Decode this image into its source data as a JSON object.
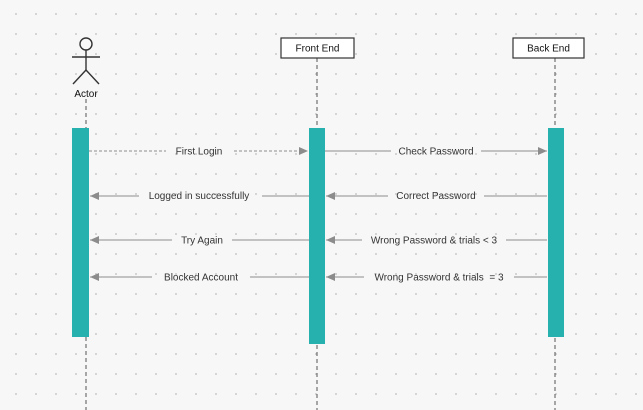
{
  "colors": {
    "activation": "#26b0ae",
    "arrow": "#8c8c8c",
    "lifeline": "#555555",
    "background": "#f7f7f7"
  },
  "participants": [
    {
      "name": "Actor",
      "kind": "actor",
      "icon": "stick-figure-icon"
    },
    {
      "name": "Front End",
      "kind": "box"
    },
    {
      "name": "Back End",
      "kind": "box"
    }
  ],
  "messages": [
    {
      "from": "Actor",
      "to": "Front End",
      "label": "First Login",
      "style": "dashed"
    },
    {
      "from": "Front End",
      "to": "Back End",
      "label": "Check Password",
      "style": "solid"
    },
    {
      "from": "Front End",
      "to": "Actor",
      "label": "Logged in successfully",
      "style": "solid"
    },
    {
      "from": "Back End",
      "to": "Front End",
      "label": "Correct Password",
      "style": "solid"
    },
    {
      "from": "Front End",
      "to": "Actor",
      "label": "Try Again",
      "style": "solid"
    },
    {
      "from": "Back End",
      "to": "Front End",
      "label": "Wrong Password & trials < 3",
      "style": "solid"
    },
    {
      "from": "Front End",
      "to": "Actor",
      "label": "Blocked Account",
      "style": "solid"
    },
    {
      "from": "Back End",
      "to": "Front End",
      "label": "Wrong Password & trials  = 3",
      "style": "solid"
    }
  ]
}
